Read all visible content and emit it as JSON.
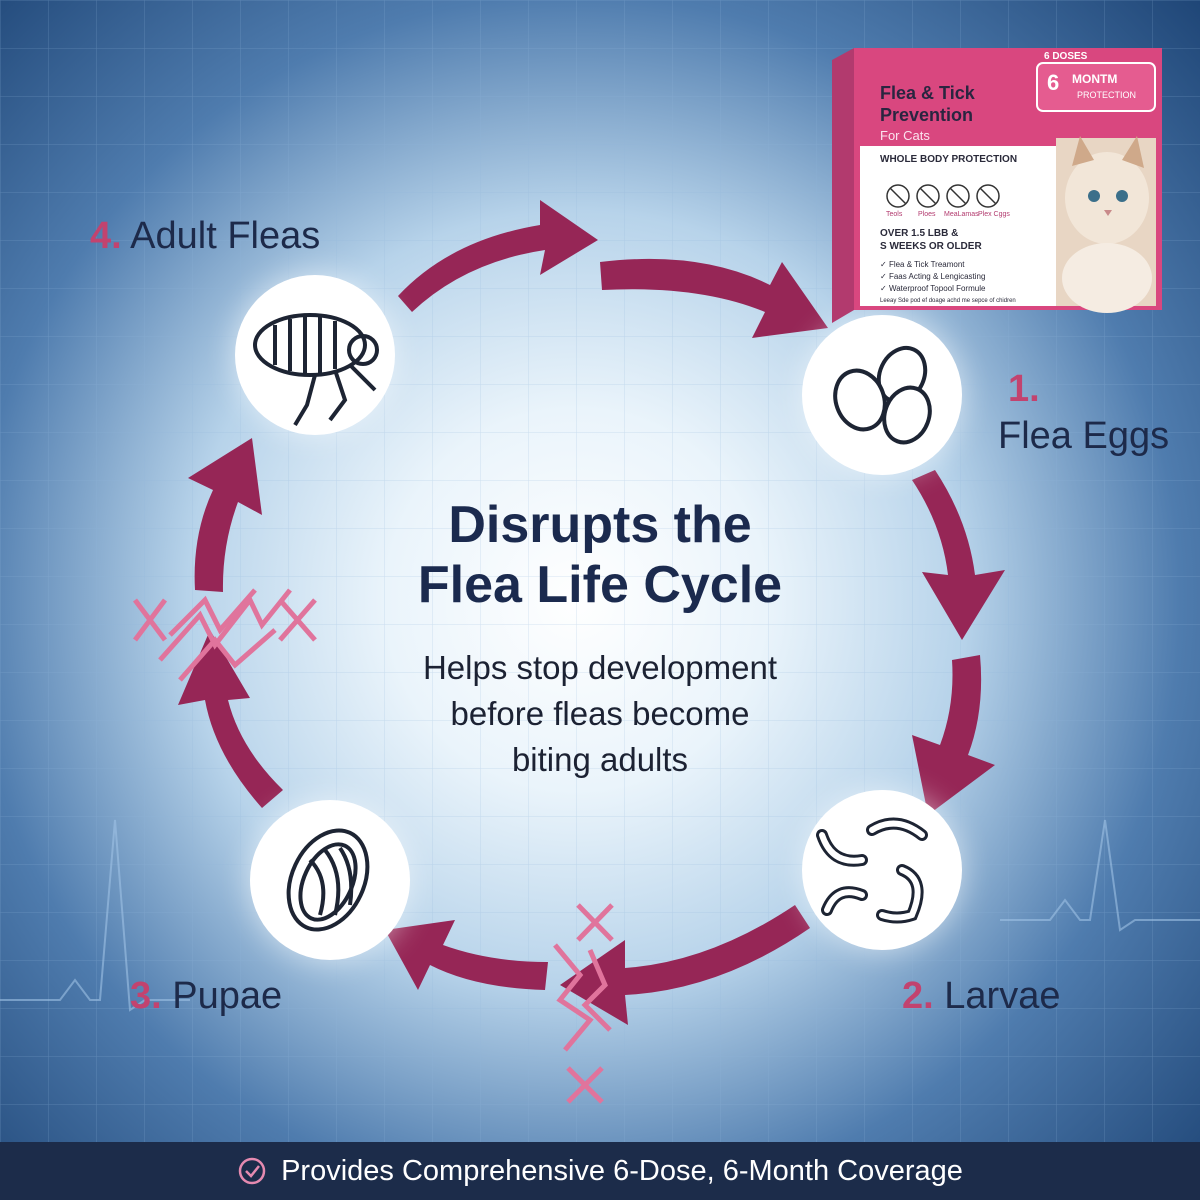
{
  "headline": {
    "line1": "Disrupts the",
    "line2": "Flea Life Cycle"
  },
  "subheadline": {
    "line1": "Helps stop development",
    "line2": "before fleas become",
    "line3": "biting adults"
  },
  "steps": [
    {
      "number": "1.",
      "label": "Flea Eggs",
      "icon": "flea-eggs-icon"
    },
    {
      "number": "2.",
      "label": "Larvae",
      "icon": "larvae-icon"
    },
    {
      "number": "3.",
      "label": "Pupae",
      "icon": "pupae-icon"
    },
    {
      "number": "4.",
      "label": "Adult Fleas",
      "icon": "adult-flea-icon"
    }
  ],
  "product": {
    "doses": "6 DOSES",
    "protection_num": "6",
    "protection_word": "MONTM",
    "protection_sub": "PROTECTION",
    "title_line1": "Flea & Tick",
    "title_line2": "Prevention",
    "subtitle": "For Cats",
    "section": "WHOLE BODY PROTECTION",
    "icon_labels": [
      "Teols",
      "Ploes",
      "MeaLamas",
      "Plex Cggs"
    ],
    "weight_line1": "OVER 1.5 LBB &",
    "weight_line2": "S WEEKS OR OLDER",
    "features": [
      "Flea & Tick Treamont",
      "Faas Acting & Lengicasting",
      "Waterproof Topool Formule"
    ],
    "fine_print": "Leeay Sde pod ef doage achd me sepce of chidren"
  },
  "footer": {
    "text": "Provides Comprehensive 6-Dose, 6-Month Coverage",
    "icon": "check-circle-icon"
  },
  "colors": {
    "arrow": "#962656",
    "accent": "#c2436f",
    "background": "#2a5384",
    "footer": "#1c2c4a",
    "text": "#1d2a4a"
  }
}
